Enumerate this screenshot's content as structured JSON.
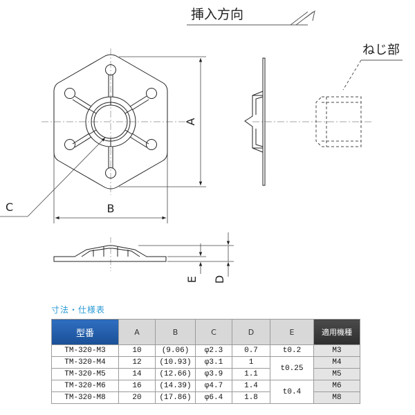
{
  "drawing": {
    "insert_direction_label": "挿入方向",
    "thread_label": "ねじ部",
    "dim_A": "A",
    "dim_B": "B",
    "dim_C": "C",
    "dim_D": "D",
    "dim_E": "E"
  },
  "spec": {
    "title": "寸法・仕様表",
    "headers": {
      "model": "型番",
      "A": "A",
      "B": "B",
      "C": "C",
      "D": "D",
      "E": "E",
      "app": "適用機種"
    },
    "rows": [
      {
        "model": "TM-320-M3",
        "A": "10",
        "B": "(9.06)",
        "C": "φ2.3",
        "D": "0.7",
        "app": "M3"
      },
      {
        "model": "TM-320-M4",
        "A": "12",
        "B": "(10.93)",
        "C": "φ3.1",
        "D": "1",
        "app": "M4"
      },
      {
        "model": "TM-320-M5",
        "A": "14",
        "B": "(12.66)",
        "C": "φ3.9",
        "D": "1.1",
        "app": "M5"
      },
      {
        "model": "TM-320-M6",
        "A": "16",
        "B": "(14.39)",
        "C": "φ4.7",
        "D": "1.4",
        "app": "M6"
      },
      {
        "model": "TM-320-M8",
        "A": "20",
        "B": "(17.86)",
        "C": "φ6.4",
        "D": "1.8",
        "app": "M8"
      }
    ],
    "e_groups": [
      "t0.2",
      "t0.25",
      "t0.4"
    ]
  }
}
